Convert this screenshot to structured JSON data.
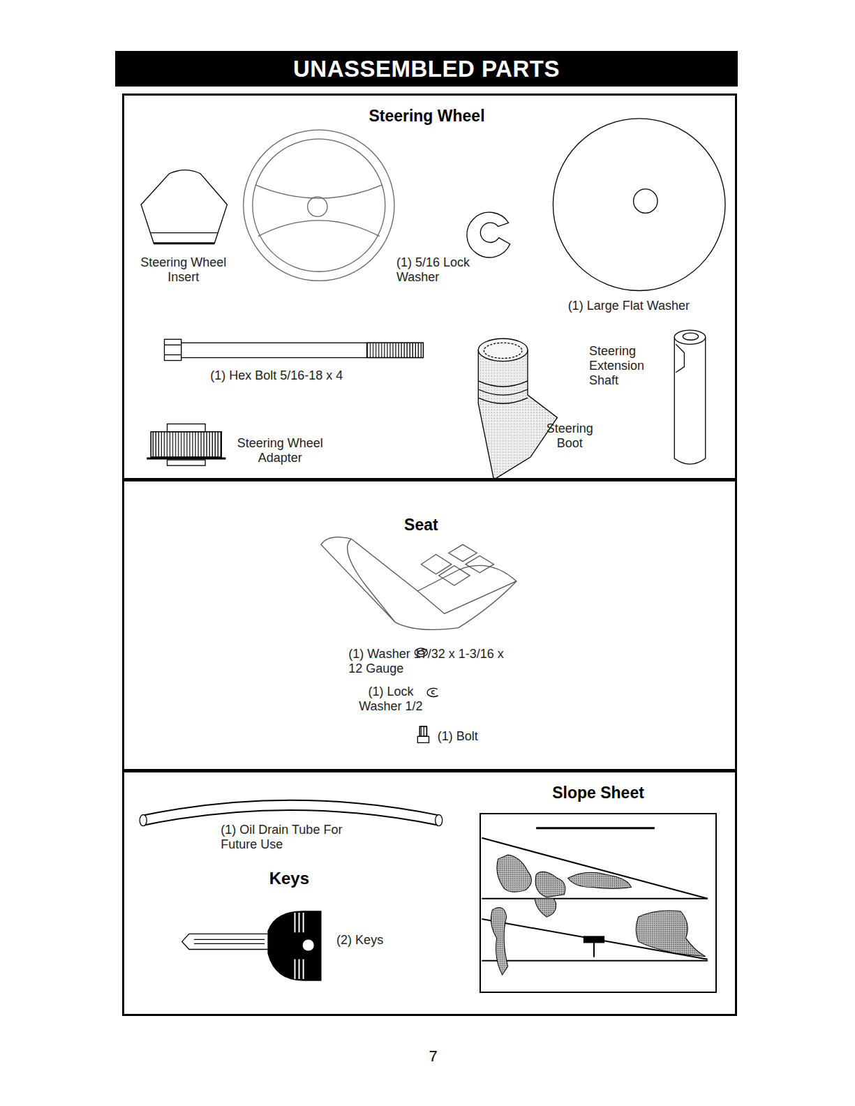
{
  "diagram": {
    "title": "UNASSEMBLED PARTS",
    "nodes": [
      {
        "text": [
          "Steering Wheel"
        ]
      },
      {
        "text": [
          "Seat"
        ]
      },
      {
        "text": [
          "Keys"
        ]
      },
      {
        "text": [
          "Slope Sheet"
        ],
        "in": 2
      }
    ],
    "labels": [
      "Steering Wheel Insert",
      "(1) 5/16 Lock Washer",
      "(1) Large Flat Washer",
      "(1) Hex Bolt 5/16-18 x 4",
      "Steering Extension Shaft",
      "Steering Wheel Adapter",
      "Steering Boot",
      "(1) Washer 17/32 x 1-3/16 x 12 Gauge",
      "(1) Lock Washer 1/2",
      "(1) Bolt",
      "(1) Oil Drain Tube For Future Use",
      "(2) Keys",
      "7"
    ]
  }
}
